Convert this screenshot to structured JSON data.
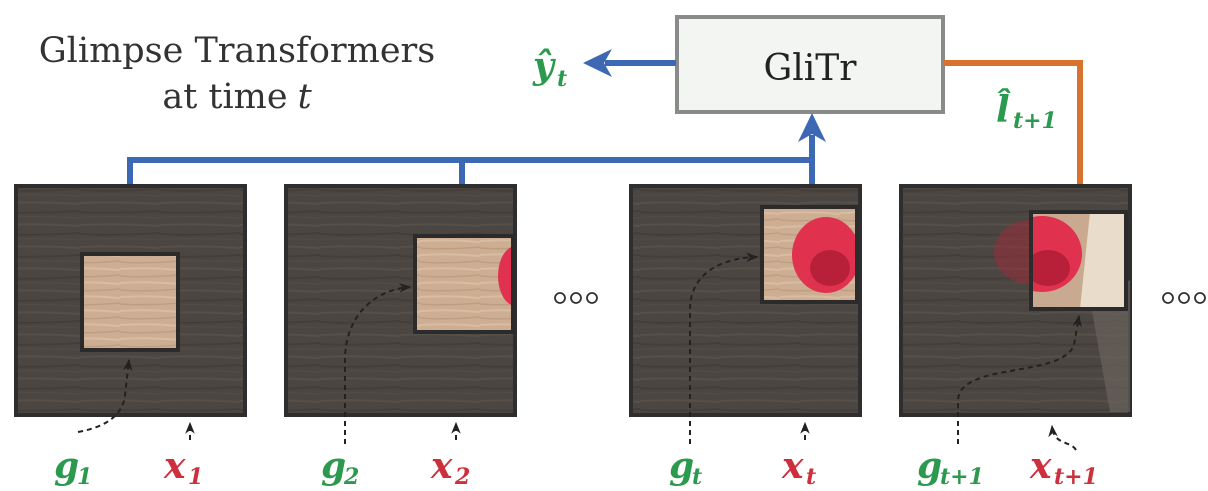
{
  "title": {
    "line1": "Glimpse Transformers",
    "line2": "at time",
    "line2_var": "t"
  },
  "model": {
    "label": "GliTr"
  },
  "output": {
    "symbol": "ŷ",
    "sub": "t"
  },
  "next_location": {
    "symbol": "l̂",
    "sub": "t+1"
  },
  "frames": [
    {
      "glimpse": {
        "symbol": "g",
        "sub": "1"
      },
      "image": {
        "symbol": "x",
        "sub": "1"
      }
    },
    {
      "glimpse": {
        "symbol": "g",
        "sub": "2"
      },
      "image": {
        "symbol": "x",
        "sub": "2"
      }
    },
    {
      "glimpse": {
        "symbol": "g",
        "sub": "t"
      },
      "image": {
        "symbol": "x",
        "sub": "t"
      }
    },
    {
      "glimpse": {
        "symbol": "g",
        "sub": "t+1"
      },
      "image": {
        "symbol": "x",
        "sub": "t+1"
      }
    }
  ],
  "colors": {
    "feature_flow": "#3d68b4",
    "location_flow": "#d9722e",
    "glimpse_labels": "#2b9a4f",
    "frame_labels": "#cd2f3d",
    "model_box_border": "#8a8a8a",
    "model_box_fill": "#f3f5f3"
  },
  "icons": [
    "ellipsis-dots",
    "dashed-arrow"
  ]
}
